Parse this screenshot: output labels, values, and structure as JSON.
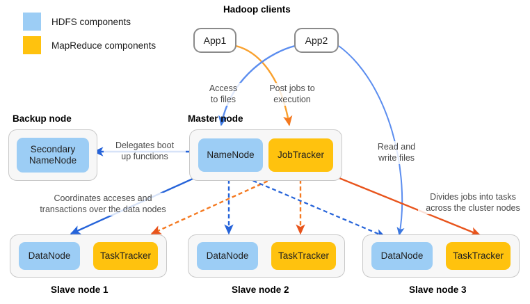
{
  "legend": {
    "items": [
      {
        "label": "HDFS components",
        "color": "#9CCDF5",
        "icon": "blue-square-icon"
      },
      {
        "label": "MapReduce components",
        "color": "#FFC20E",
        "icon": "yellow-square-icon"
      }
    ]
  },
  "headings": {
    "clients": "Hadoop clients",
    "backup": "Backup node",
    "master": "Master node",
    "slave1": "Slave node 1",
    "slave2": "Slave node 2",
    "slave3": "Slave node 3"
  },
  "clients": {
    "app1": "App1",
    "app2": "App2"
  },
  "backup_node": {
    "components": [
      {
        "label": "Secondary NameNode",
        "type": "hdfs",
        "color": "#9CCDF5"
      }
    ]
  },
  "master_node": {
    "components": [
      {
        "label": "NameNode",
        "type": "hdfs",
        "color": "#9CCDF5"
      },
      {
        "label": "JobTracker",
        "type": "mapreduce",
        "color": "#FFC20E"
      }
    ]
  },
  "slave_nodes": [
    {
      "name": "Slave node 1",
      "components": [
        {
          "label": "DataNode",
          "type": "hdfs",
          "color": "#9CCDF5"
        },
        {
          "label": "TaskTracker",
          "type": "mapreduce",
          "color": "#FFC20E"
        }
      ]
    },
    {
      "name": "Slave node 2",
      "components": [
        {
          "label": "DataNode",
          "type": "hdfs",
          "color": "#9CCDF5"
        },
        {
          "label": "TaskTracker",
          "type": "mapreduce",
          "color": "#FFC20E"
        }
      ]
    },
    {
      "name": "Slave node 3",
      "components": [
        {
          "label": "DataNode",
          "type": "hdfs",
          "color": "#9CCDF5"
        },
        {
          "label": "TaskTracker",
          "type": "mapreduce",
          "color": "#FFC20E"
        }
      ]
    }
  ],
  "edge_labels": {
    "access_to_files_l1": "Access",
    "access_to_files_l2": "to files",
    "post_jobs_l1": "Post jobs to",
    "post_jobs_l2": "execution",
    "delegates_l1": "Delegates boot",
    "delegates_l2": "up functions",
    "read_write_l1": "Read and",
    "read_write_l2": "write files",
    "coordinates_l1": "Coordinates acceses and",
    "coordinates_l2": "transactions over the data nodes",
    "divides_l1": "Divides jobs into tasks",
    "divides_l2": "across the cluster nodes"
  },
  "colors": {
    "hdfs_blue": "#9CCDF5",
    "mapreduce_yellow": "#FFC20E",
    "arrow_blue": "#2563D9",
    "arrow_blue_light": "#6C9BEE",
    "arrow_orange": "#F47920",
    "arrow_orange_dark": "#E8541C",
    "group_fill": "#F7F7F7",
    "group_border": "#C8C8C8",
    "app_border": "#8A8A8A",
    "note_text": "#4a4a4a"
  }
}
